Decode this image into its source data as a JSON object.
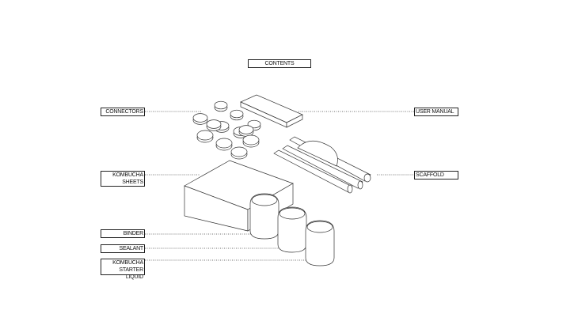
{
  "title": "CONTENTS",
  "labels": {
    "connectors": "CONNECTORS",
    "user_manual": "USER MANUAL",
    "kombucha_sheets_line1": "KOMBUCHA",
    "kombucha_sheets_line2": "SHEETS",
    "scaffold": "SCAFFOLD",
    "binder": "BINDER",
    "sealant": "SEALANT",
    "starter_line1": "KOMBUCHA",
    "starter_line2": "STARTER LIQUID"
  }
}
